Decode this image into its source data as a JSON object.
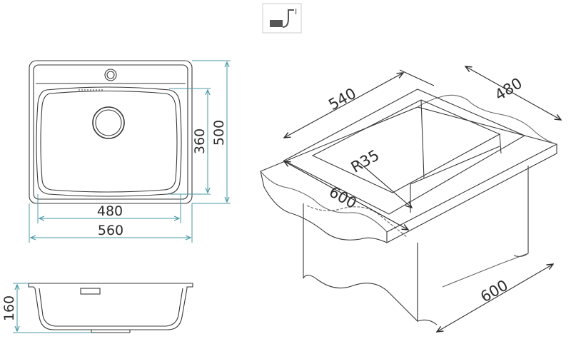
{
  "colors": {
    "line": "#3a3a3a",
    "dimension": "#4a9aa5",
    "icon_fill": "#555555"
  },
  "icon": {
    "name": "mounting-type-icon",
    "label": "I"
  },
  "top_view": {
    "inner_width": "480",
    "outer_width": "560",
    "inner_depth": "360",
    "outer_depth": "500"
  },
  "side_view": {
    "height": "160"
  },
  "iso_view": {
    "back_width": "540",
    "depth": "480",
    "corner_radius": "R35",
    "front_width": "600",
    "cabinet_width": "600"
  }
}
